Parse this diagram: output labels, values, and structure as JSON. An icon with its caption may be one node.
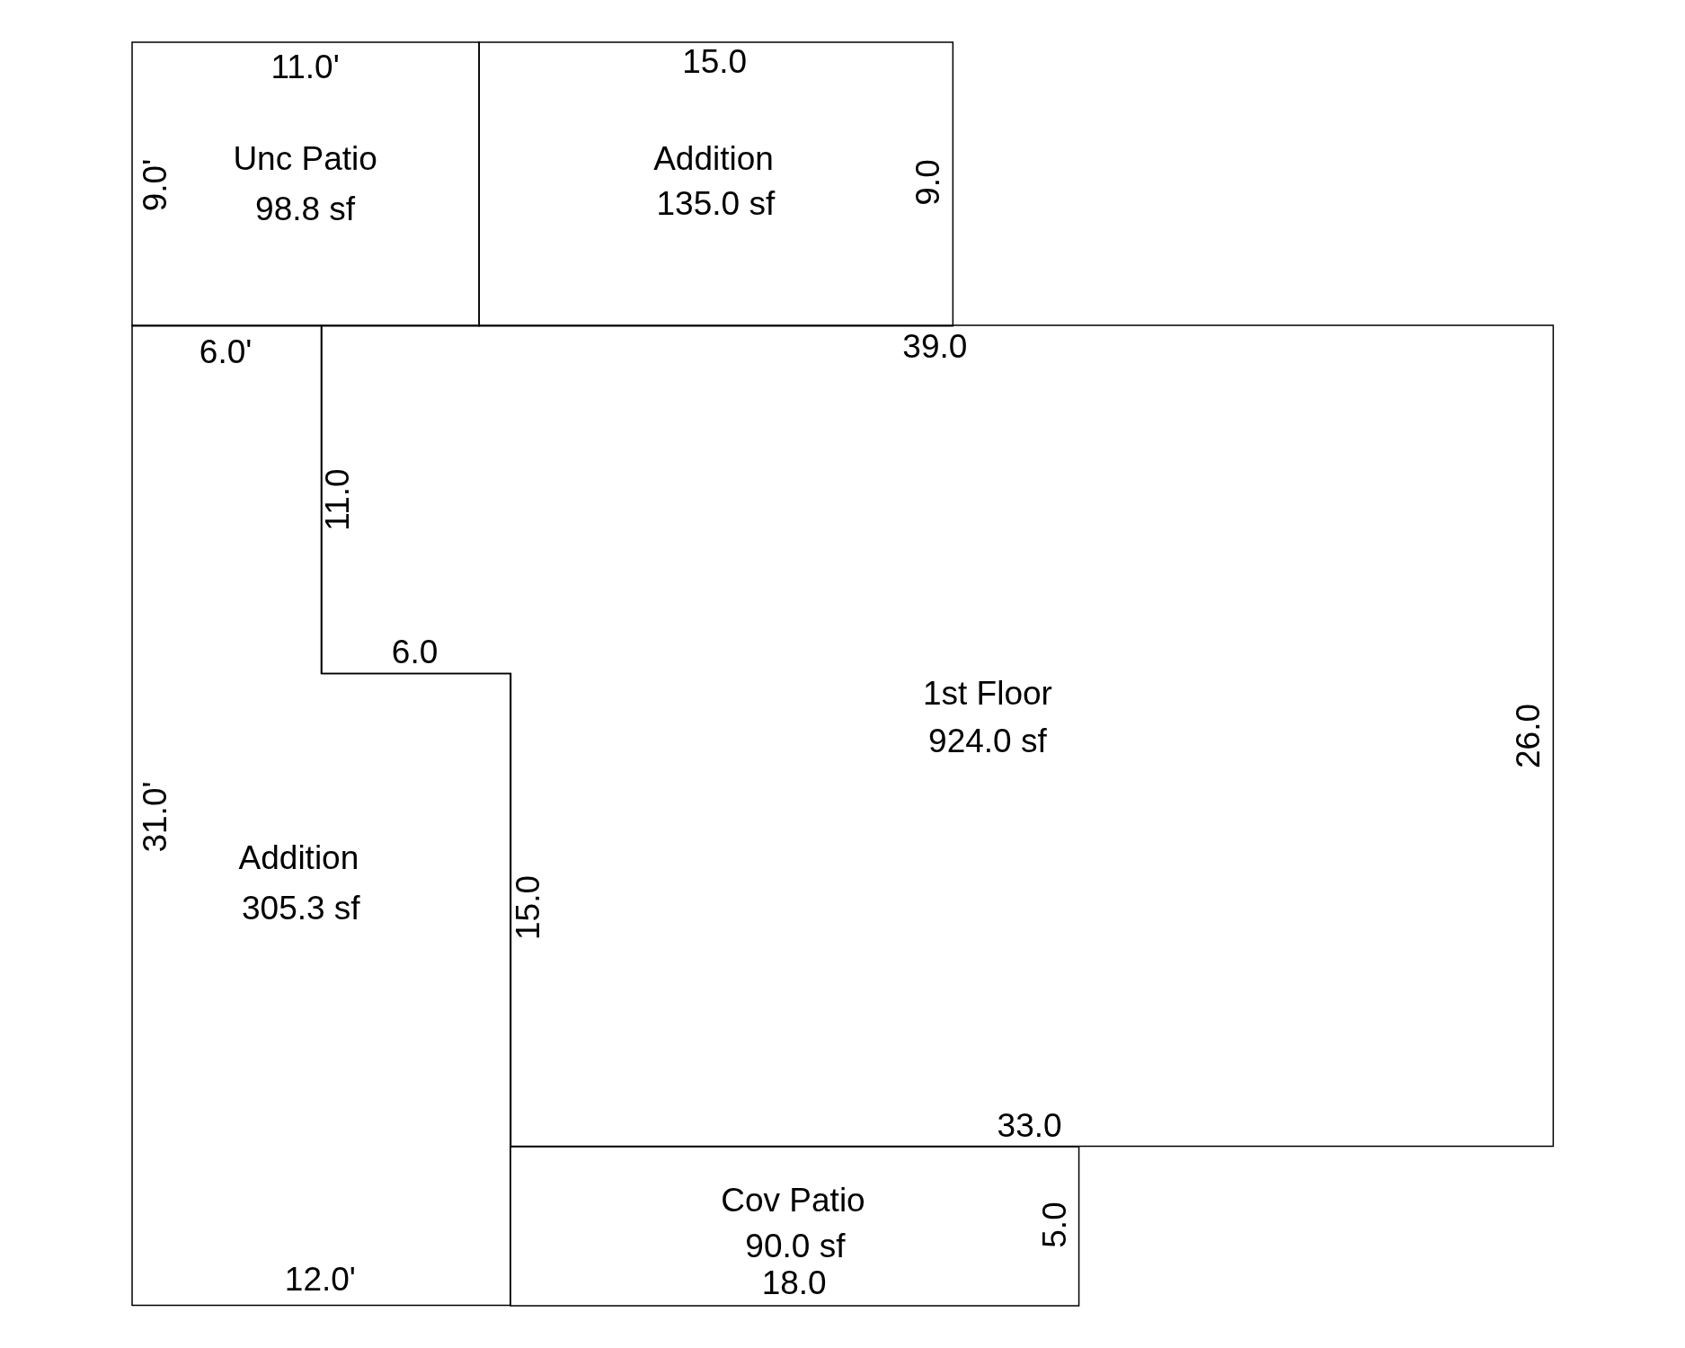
{
  "diagram": {
    "nodes": [
      {
        "text": [
          "Unc Patio",
          "98.8 sf"
        ]
      },
      {
        "text": [
          "Addition",
          "135.0 sf"
        ]
      },
      {
        "text": [
          "1st Floor",
          "924.0 sf"
        ]
      },
      {
        "text": [
          "Addition",
          "305.3 sf"
        ]
      },
      {
        "text": [
          "Cov Patio",
          "90.0 sf"
        ]
      }
    ],
    "labels": [
      "11.0'",
      "15.0",
      "9.0'",
      "9.0",
      "6.0'",
      "39.0",
      "11.0",
      "6.0",
      "26.0",
      "31.0'",
      "15.0",
      "33.0",
      "5.0",
      "12.0'",
      "18.0"
    ]
  }
}
